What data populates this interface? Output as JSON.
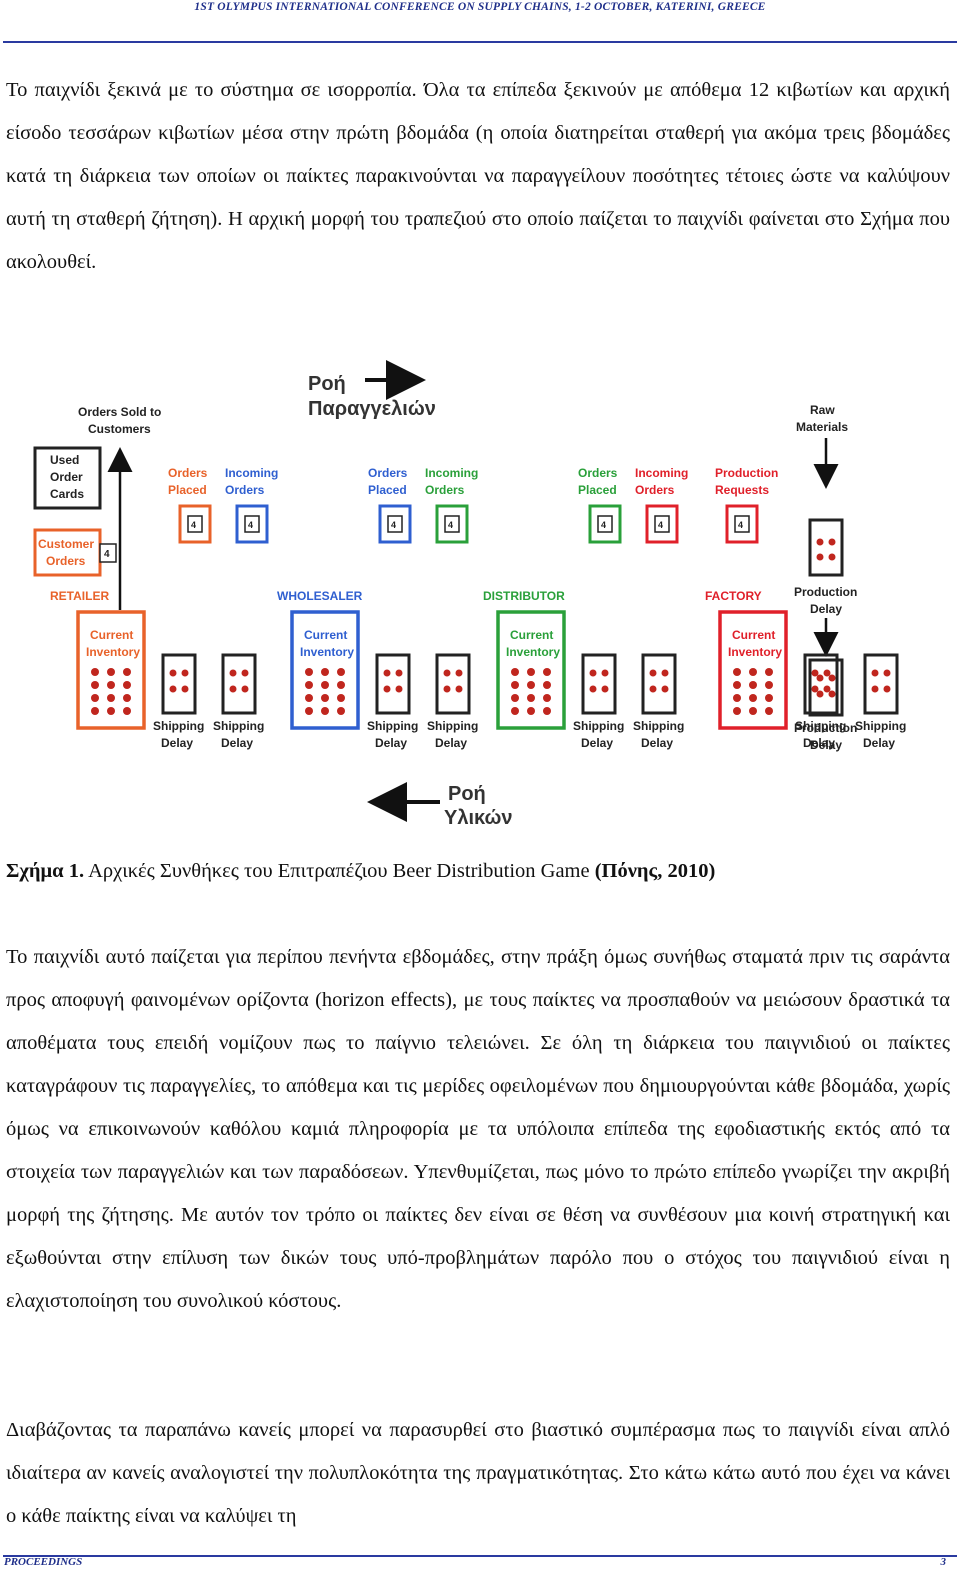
{
  "header": {
    "conference": "1ST OLYMPUS INTERNATIONAL CONFERENCE ON SUPPLY CHAINS, 1-2 OCTOBER, KATERINI, GREECE"
  },
  "paragraphs": {
    "p1": "Το παιχνίδι ξεκινά με το σύστημα σε ισορροπία. Όλα τα επίπεδα ξεκινούν με απόθεμα 12 κιβωτίων και αρχική είσοδο τεσσάρων κιβωτίων μέσα στην πρώτη βδομάδα (η οποία διατηρείται σταθερή για ακόμα τρεις βδομάδες κατά τη διάρκεια των οποίων οι παίκτες παρακινούνται να παραγγείλουν ποσότητες τέτοιες ώστε να καλύψουν αυτή τη σταθερή ζήτηση). Η αρχική μορφή του τραπεζιού στο οποίο παίζεται το παιχνίδι φαίνεται στο Σχήμα που ακολουθεί.",
    "p2": "Το παιχνίδι αυτό παίζεται για περίπου πενήντα εβδομάδες, στην πράξη όμως συνήθως σταματά πριν τις σαράντα προς αποφυγή φαινομένων ορίζοντα (horizon effects), με τους παίκτες να προσπαθούν να μειώσουν δραστικά τα αποθέματα τους επειδή νομίζουν πως το παίγνιο τελειώνει. Σε όλη τη διάρκεια του παιγνιδιού οι παίκτες καταγράφουν τις παραγγελίες, το απόθεμα και τις μερίδες οφειλομένων που δημιουργούνται κάθε βδομάδα, χωρίς όμως να επικοινωνούν καθόλου καμιά πληροφορία με τα υπόλοιπα επίπεδα της εφοδιαστικής εκτός από τα στοιχεία των παραγγελιών και των παραδόσεων. Υπενθυμίζεται, πως μόνο το πρώτο επίπεδο γνωρίζει την ακριβή μορφή της ζήτησης. Με αυτόν τον τρόπο οι παίκτες δεν είναι σε θέση να συνθέσουν μια κοινή στρατηγική και εξωθούνται στην επίλυση των δικών τους υπό-προβλημάτων παρόλο που ο στόχος του παιγνιδιού είναι η ελαχιστοποίηση του συνολικού κόστους.",
    "p3": "Διαβάζοντας τα παραπάνω κανείς μπορεί να παρασυρθεί στο βιαστικό συμπέρασμα πως το παιγνίδι είναι απλό ιδιαίτερα αν κανείς αναλογιστεί την πολυπλοκότητα της πραγματικότητας. Στο κάτω κάτω  αυτό που έχει να κάνει ο κάθε παίκτης είναι να καλύψει τη"
  },
  "caption": {
    "label": "Σχήμα 1.",
    "text": " Αρχικές Συνθήκες του Επιτραπέζιου Beer Distribution Game ",
    "source": "(Πόνης, 2010)"
  },
  "figure": {
    "order_flow": "Ροή",
    "order_flow_2": "Παραγγελιών",
    "material_flow": "Ροή",
    "material_flow_2": "Υλικών",
    "orders_sold": "Orders Sold to",
    "orders_sold_2": "Customers",
    "used": "Used",
    "order_word": "Order",
    "cards": "Cards",
    "customer": "Customer",
    "orders_word": "Orders",
    "raw": "Raw",
    "materials": "Materials",
    "orders_placed_1": "Orders",
    "orders_placed_2": "Placed",
    "incoming_1": "Incoming",
    "incoming_2": "Orders",
    "production_1": "Production",
    "production_2": "Requests",
    "current_1": "Current",
    "current_2": "Inventory",
    "shipping_1": "Shipping",
    "shipping_2": "Delay",
    "production_delay_1": "Production",
    "production_delay_2": "Delay",
    "production_effects_1": "Production",
    "production_effects_2": "Delay",
    "card_value": "4",
    "stations": [
      {
        "name": "RETAILER",
        "color": "#e8622a"
      },
      {
        "name": "WHOLESALER",
        "color": "#2f5fd0"
      },
      {
        "name": "DISTRIBUTOR",
        "color": "#2aa03a"
      },
      {
        "name": "FACTORY",
        "color": "#e0202a"
      }
    ]
  },
  "footer": {
    "left": "PROCEEDINGS",
    "right": "3"
  }
}
